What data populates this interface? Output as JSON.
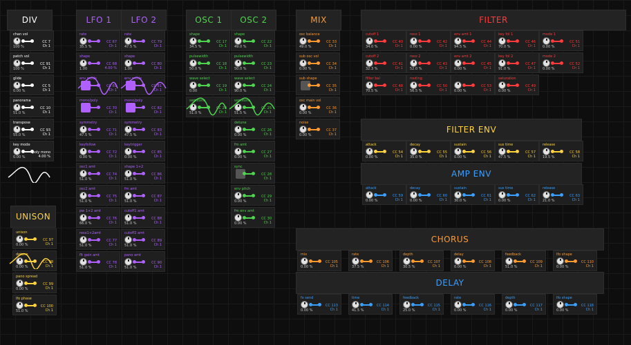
{
  "headers": {
    "div": "DIV",
    "lfo1": "LFO 1",
    "lfo2": "LFO 2",
    "osc1": "OSC 1",
    "osc2": "OSC 2",
    "mix": "MIX",
    "filter": "FILTER",
    "unison": "UNISON",
    "filter_env": "FILTER ENV",
    "amp_env": "AMP ENV",
    "chorus": "CHORUS",
    "delay": "DELAY"
  },
  "colors": {
    "div": "#ffffff",
    "lfo": "#b060ff",
    "osc": "#4fd44f",
    "mix": "#ff9a2e",
    "filter": "#ff3b3b",
    "env": "#ffd23e",
    "amp": "#3aa0ff",
    "unison": "#ffd23e",
    "chorus": "#ff9a2e",
    "delay": "#3aa0ff"
  },
  "div": [
    {
      "label": "chan vol",
      "pct": "100 %",
      "cc": "CC 7",
      "ch": "Ch 1"
    },
    {
      "label": "patch vol",
      "pct": "100 %",
      "cc": "CC 91",
      "ch": "Ch 1"
    },
    {
      "label": "glide",
      "pct": "0.00 %",
      "cc": "CC 5",
      "ch": "Ch 1"
    },
    {
      "label": "panorama",
      "pct": "51.0 %",
      "cc": "CC 10",
      "ch": "Ch 1"
    },
    {
      "label": "transpose",
      "pct": "55.0 %",
      "cc": "CC 93",
      "ch": "Ch 1"
    },
    {
      "label": "key mode",
      "pct": "0.00 %",
      "cc": "poly mono",
      "ch": "4.00 %"
    }
  ],
  "lfo1": [
    {
      "label": "rate",
      "pct": "35.5 %",
      "cc": "CC 67",
      "ch": "Ch 1"
    },
    {
      "label": "shape",
      "pct": "1.00",
      "cc": "CC 68",
      "ch": "4.00 %"
    },
    {
      "label": "env mode",
      "pct": "",
      "cc": "CC 69",
      "ch": "Ch 1"
    },
    {
      "label": "mono/poly",
      "pct": "",
      "cc": "CC 70",
      "ch": "Ch 1"
    },
    {
      "label": "symmetry",
      "pct": "47.5 %",
      "cc": "CC 71",
      "ch": "Ch 1"
    },
    {
      "label": "keyfollow",
      "pct": "0.00 %",
      "cc": "CC 72",
      "ch": "Ch 1"
    },
    {
      "label": "osc1 amt",
      "pct": "51.0 %",
      "cc": "CC 74",
      "ch": "Ch 1"
    },
    {
      "label": "osc2 amt",
      "pct": "51.0 %",
      "cc": "CC 75",
      "ch": "Ch 1"
    },
    {
      "label": "pw 1+2 amt",
      "pct": "66.0 %",
      "cc": "CC 76",
      "ch": "Ch 1"
    },
    {
      "label": "reso1+2amt",
      "pct": "51.0 %",
      "cc": "CC 77",
      "ch": "Ch 1"
    },
    {
      "label": "flt gain amt",
      "pct": "51.0 %",
      "cc": "CC 78",
      "ch": "Ch 1"
    }
  ],
  "lfo2": [
    {
      "label": "rate",
      "pct": "47.5 %",
      "cc": "CC 79",
      "ch": "Ch 1"
    },
    {
      "label": "shape",
      "pct": "1.00",
      "cc": "CC 80",
      "ch": "Ch 1"
    },
    {
      "label": "env mode",
      "pct": "",
      "cc": "CC 81",
      "ch": "Ch 1"
    },
    {
      "label": "mono/poly",
      "pct": "",
      "cc": "CC 82",
      "ch": "Ch 1"
    },
    {
      "label": "symmetry",
      "pct": "47.5 %",
      "cc": "CC 83",
      "ch": "Ch 1"
    },
    {
      "label": "keytrigger",
      "pct": "0.00 %",
      "cc": "CC 85",
      "ch": "Ch 1"
    },
    {
      "label": "shape 1+2",
      "pct": "51.0 %",
      "cc": "CC 86",
      "ch": "Ch 1"
    },
    {
      "label": "fm amt",
      "pct": "51.0 %",
      "cc": "CC 87",
      "ch": "Ch 1"
    },
    {
      "label": "cutoff1 amt",
      "pct": "51.0 %",
      "cc": "CC 88",
      "ch": "Ch 1"
    },
    {
      "label": "cutoff2 amt",
      "pct": "51.0 %",
      "cc": "CC 89",
      "ch": "Ch 1"
    },
    {
      "label": "pano amt",
      "pct": "51.0 %",
      "cc": "CC 90",
      "ch": "Ch 1"
    }
  ],
  "osc1": [
    {
      "label": "shape",
      "pct": "34.5 %",
      "cc": "CC 17",
      "ch": "Ch 1"
    },
    {
      "label": "pulsewidth",
      "pct": "50.0 %",
      "cc": "CC 18",
      "ch": "Ch 1"
    },
    {
      "label": "wave select",
      "pct": "0.00",
      "cc": "CC 19",
      "ch": "Ch 1"
    },
    {
      "label": "semitone",
      "pct": "51.0 %",
      "cc": "CC 20",
      "ch": "Ch 1"
    }
  ],
  "osc2": [
    {
      "label": "shape",
      "pct": "49.0 %",
      "cc": "CC 22",
      "ch": "Ch 1"
    },
    {
      "label": "pulsewidth",
      "pct": "50.0 %",
      "cc": "CC 23",
      "ch": "Ch 1"
    },
    {
      "label": "wave select",
      "pct": "90.0 %",
      "cc": "CC 24",
      "ch": "Ch 1"
    },
    {
      "label": "semitone",
      "pct": "51.5 %",
      "cc": "CC 25",
      "ch": "Ch 1"
    },
    {
      "label": "detune",
      "pct": "0.00 %",
      "cc": "CC 26",
      "ch": "Ch 1"
    },
    {
      "label": "fm amt",
      "pct": "0.00 %",
      "cc": "CC 27",
      "ch": "Ch 1"
    },
    {
      "label": "sync",
      "pct": "",
      "cc": "CC 28",
      "ch": "Ch 1"
    },
    {
      "label": "env pitch",
      "pct": "0.00 %",
      "cc": "CC 29",
      "ch": "Ch 1"
    },
    {
      "label": "fm env amt",
      "pct": "0.00 %",
      "cc": "CC 30",
      "ch": "Ch 1"
    }
  ],
  "mix": [
    {
      "label": "osc balance",
      "pct": "49.0 %",
      "cc": "CC 33",
      "ch": "Ch 1"
    },
    {
      "label": "sub osc vol",
      "pct": "0.00 %",
      "cc": "CC 34",
      "ch": "Ch 1"
    },
    {
      "label": "sub shape",
      "pct": "",
      "cc": "CC 35",
      "ch": "Ch 1"
    },
    {
      "label": "osc main vol",
      "pct": "0.00 %",
      "cc": "CC 36",
      "ch": "Ch 1"
    },
    {
      "label": "noise",
      "pct": "0.00 %",
      "cc": "CC 37",
      "ch": "Ch 1"
    }
  ],
  "filter": [
    {
      "label": "cutoff 1",
      "pct": "34.0 %",
      "cc": "CC 40",
      "ch": "Ch 1"
    },
    {
      "label": "reso 1",
      "pct": "0.00 %",
      "cc": "CC 42",
      "ch": "Ch 1"
    },
    {
      "label": "env amt 1",
      "pct": "94.5 %",
      "cc": "CC 44",
      "ch": "Ch 1"
    },
    {
      "label": "key fol 1",
      "pct": "70.0 %",
      "cc": "CC 46",
      "ch": "Ch 1"
    },
    {
      "label": "mode 1",
      "pct": "0.00 %",
      "cc": "CC 51",
      "ch": "Ch 1"
    },
    {
      "label": "cutoff 2",
      "pct": "32.3 %",
      "cc": "CC 41",
      "ch": "Ch 1"
    },
    {
      "label": "reso 2",
      "pct": "52.0 %",
      "cc": "CC 43",
      "ch": "Ch 1"
    },
    {
      "label": "env amt 2",
      "pct": "0.00 %",
      "cc": "CC 45",
      "ch": "Ch 1"
    },
    {
      "label": "key fol 2",
      "pct": "91.0 %",
      "cc": "CC 47",
      "ch": "Ch 1"
    },
    {
      "label": "mode 2",
      "pct": "0.00 %",
      "cc": "CC 52",
      "ch": "Ch 1"
    },
    {
      "label": "filter bal",
      "pct": "70.5 %",
      "cc": "CC 48",
      "ch": "Ch 1"
    },
    {
      "label": "routing",
      "pct": "56.5 %",
      "cc": "CC 50",
      "ch": "Ch 1"
    },
    {
      "label": "",
      "pct": "0.00 %",
      "cc": "CC 53",
      "ch": "Ch 1"
    },
    {
      "label": "saturation",
      "pct": "0.00 %",
      "cc": "CC 49",
      "ch": "Ch 1"
    }
  ],
  "filter_env": [
    {
      "label": "attack",
      "pct": "0.00 %",
      "cc": "CC 54",
      "ch": "Ch 1"
    },
    {
      "label": "decay",
      "pct": "35.0 %",
      "cc": "CC 55",
      "ch": "Ch 1"
    },
    {
      "label": "sustain",
      "pct": "0.00 %",
      "cc": "CC 56",
      "ch": "Ch 1"
    },
    {
      "label": "sus time",
      "pct": "47.5 %",
      "cc": "CC 57",
      "ch": "Ch 1"
    },
    {
      "label": "release",
      "pct": "19.5 %",
      "cc": "CC 58",
      "ch": "Ch 1"
    }
  ],
  "amp_env": [
    {
      "label": "attack",
      "pct": "0.00 %",
      "cc": "CC 59",
      "ch": "Ch 1"
    },
    {
      "label": "decay",
      "pct": "0.00 %",
      "cc": "CC 60",
      "ch": "Ch 1"
    },
    {
      "label": "sustain",
      "pct": "30.0 %",
      "cc": "CC 61",
      "ch": "Ch 1"
    },
    {
      "label": "sus time",
      "pct": "0.00 %",
      "cc": "CC 62",
      "ch": "Ch 1"
    },
    {
      "label": "release",
      "pct": "21.0 %",
      "cc": "CC 63",
      "ch": "Ch 1"
    }
  ],
  "unison": [
    {
      "label": "unison",
      "pct": "0.00 %",
      "cc": "CC 97",
      "ch": "Ch 1"
    },
    {
      "label": "detune",
      "pct": "0.00 %",
      "cc": "CC 98",
      "ch": "Ch 1"
    },
    {
      "label": "pano spread",
      "pct": "0.00 %",
      "cc": "CC 99",
      "ch": "Ch 1"
    },
    {
      "label": "lfo phase",
      "pct": "51.0 %",
      "cc": "CC 100",
      "ch": "Ch 1"
    }
  ],
  "chorus": [
    {
      "label": "mix",
      "pct": "0.00 %",
      "cc": "CC 105",
      "ch": "Ch 1"
    },
    {
      "label": "rate",
      "pct": "37.5 %",
      "cc": "CC 106",
      "ch": "Ch 1"
    },
    {
      "label": "depth",
      "pct": "30.5 %",
      "cc": "CC 107",
      "ch": "Ch 1"
    },
    {
      "label": "delay",
      "pct": "0.00 %",
      "cc": "CC 108",
      "ch": "Ch 1"
    },
    {
      "label": "feedback",
      "pct": "51.0 %",
      "cc": "CC 109",
      "ch": "Ch 1"
    },
    {
      "label": "lfo shape",
      "pct": "0.00 %",
      "cc": "CC 110",
      "ch": "Ch 1"
    }
  ],
  "delay": [
    {
      "label": "fx send",
      "pct": "0.00 %",
      "cc": "CC 113",
      "ch": "Ch 1"
    },
    {
      "label": "time",
      "pct": "41.5 %",
      "cc": "CC 114",
      "ch": "Ch 1"
    },
    {
      "label": "feedback",
      "pct": "25.0 %",
      "cc": "CC 115",
      "ch": "Ch 1"
    },
    {
      "label": "rate",
      "pct": "0.00 %",
      "cc": "CC 116",
      "ch": "Ch 1"
    },
    {
      "label": "depth",
      "pct": "0.00 %",
      "cc": "CC 117",
      "ch": "Ch 1"
    },
    {
      "label": "lfo shape",
      "pct": "0.00 %",
      "cc": "CC 118",
      "ch": "Ch 1"
    }
  ]
}
